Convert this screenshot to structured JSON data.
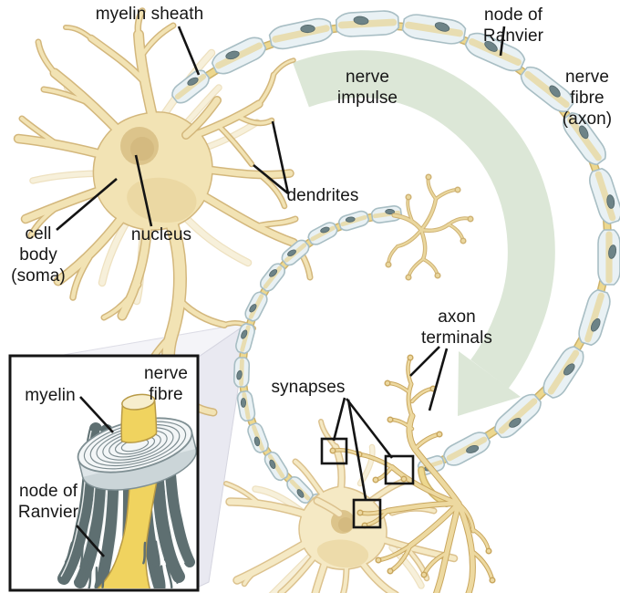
{
  "diagram": {
    "labels": {
      "myelin_sheath": "myelin sheath",
      "node_of_ranvier": "node of Ranvier",
      "nerve_impulse": "nerve\nimpulse",
      "nerve_fibre_axon": "nerve\nfibre\n(axon)",
      "dendrites": "dendrites",
      "cell_body": "cell\nbody\n(soma)",
      "nucleus": "nucleus",
      "axon_terminals": "axon\nterminals",
      "synapses": "synapses"
    },
    "inset": {
      "myelin": "myelin",
      "nerve_fibre": "nerve\nfibre",
      "node_of_ranvier": "node of\nRanvier"
    },
    "colors": {
      "background": "#ffffff",
      "text": "#161616",
      "pointer_line": "#141414",
      "neuron_fill": "#f2e3b4",
      "neuron_outline": "#d3b77c",
      "neuron_shade": "#e5cf96",
      "neuron2_fill": "#f5e9c4",
      "neuron2_outline": "#dcc28e",
      "faint_fill": "#f7f0da",
      "faint_outline": "#eee1c0",
      "nucleus_fill": "#dcc48b",
      "nucleus_inner": "#d2b87e",
      "myelin_fill": "#e9f1f4",
      "myelin_outline": "#a8bec4",
      "capsule_core": "#e7d9a4",
      "axon_core": "#edd88f",
      "axon_core_outline": "#cdb269",
      "schwann_nucleus": "#6d8387",
      "terminal_fill": "#edd9a0",
      "terminal_outline": "#c9a75f",
      "impulse_arrow": "#dce7d7",
      "wedge_top": "#f4f4f8",
      "wedge_side": "#e9e9f1",
      "box_border": "#151515",
      "roll_face": "#f3f6f7",
      "roll_wall": "#dfe6e9",
      "roll_wall_dark": "#cbd5d8",
      "roll_outline": "#7f8f93",
      "ring_line": "#7d8c90",
      "fringe": "#5e6f71",
      "fringe_line": "#f6f8f8",
      "fibre_yellow": "#f0d35f",
      "fibre_top": "#f7eecd",
      "fibre_outline": "#b89a46"
    }
  }
}
